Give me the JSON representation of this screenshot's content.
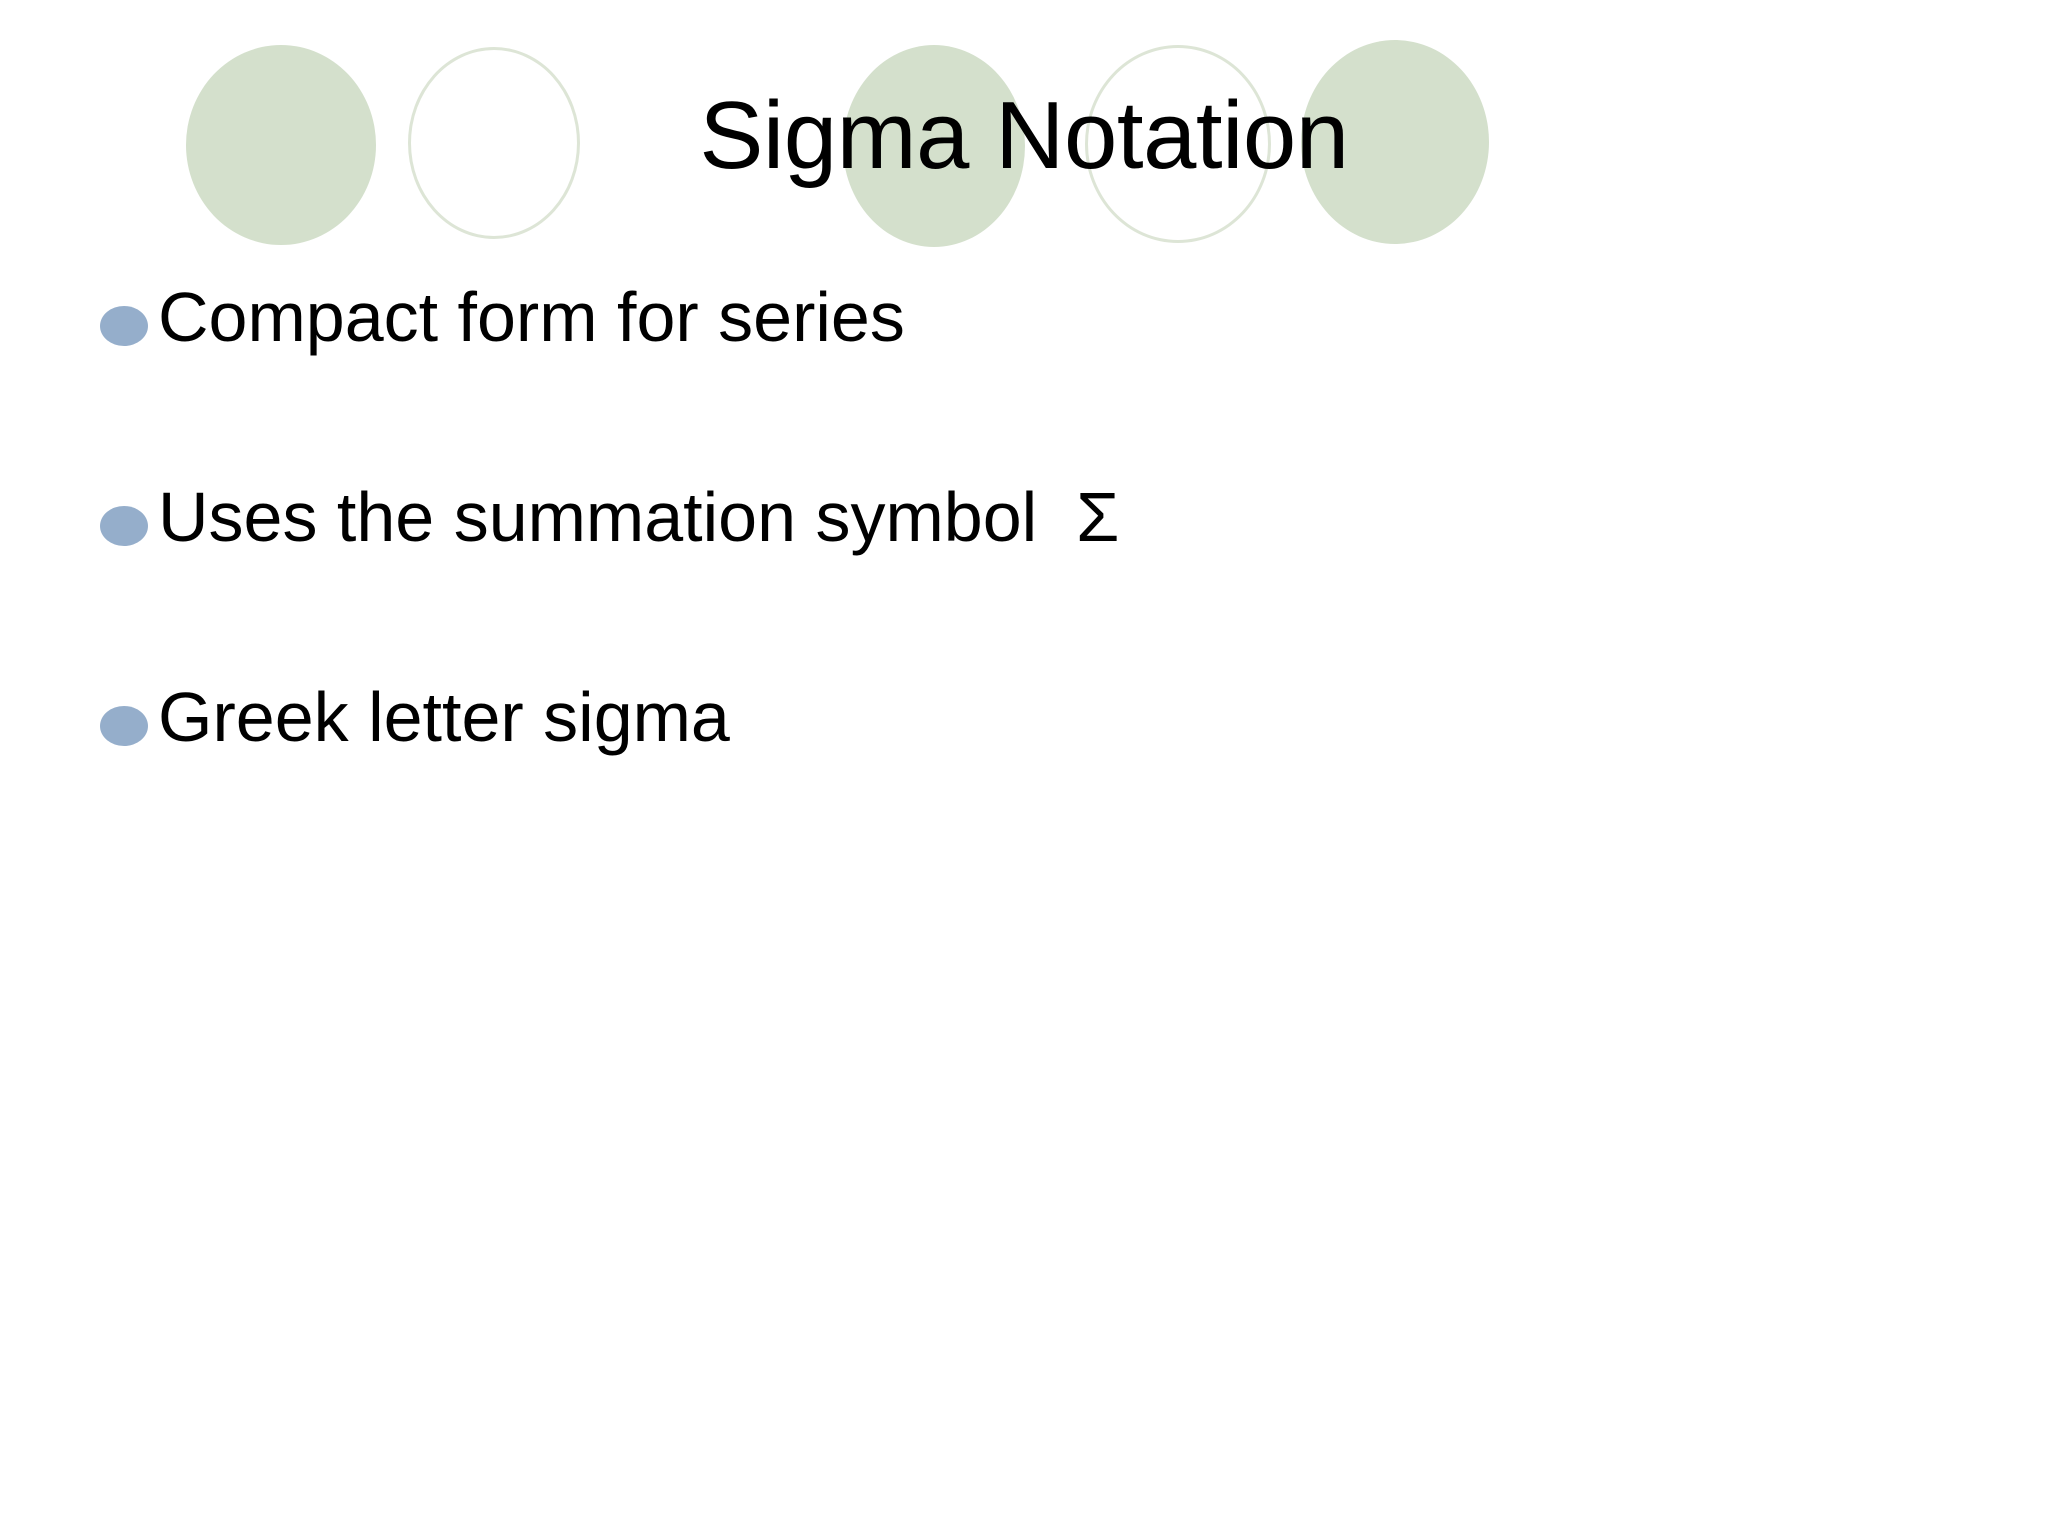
{
  "slide": {
    "title": "Sigma Notation",
    "background_color": "#ffffff",
    "title_color": "#000000",
    "bullet_color": "#95aecb",
    "decor_fill_color": "#d4e0cc",
    "decor_stroke_color": "#dde5d6",
    "decoration": {
      "name": "circle-band",
      "circles": [
        {
          "style": "filled"
        },
        {
          "style": "outlined"
        },
        {
          "style": "filled"
        },
        {
          "style": "outlined"
        },
        {
          "style": "filled"
        }
      ]
    },
    "bullets": [
      {
        "text": "Compact form for series"
      },
      {
        "text": "Uses the summation symbol  Σ"
      },
      {
        "text": "Greek letter sigma"
      }
    ]
  }
}
